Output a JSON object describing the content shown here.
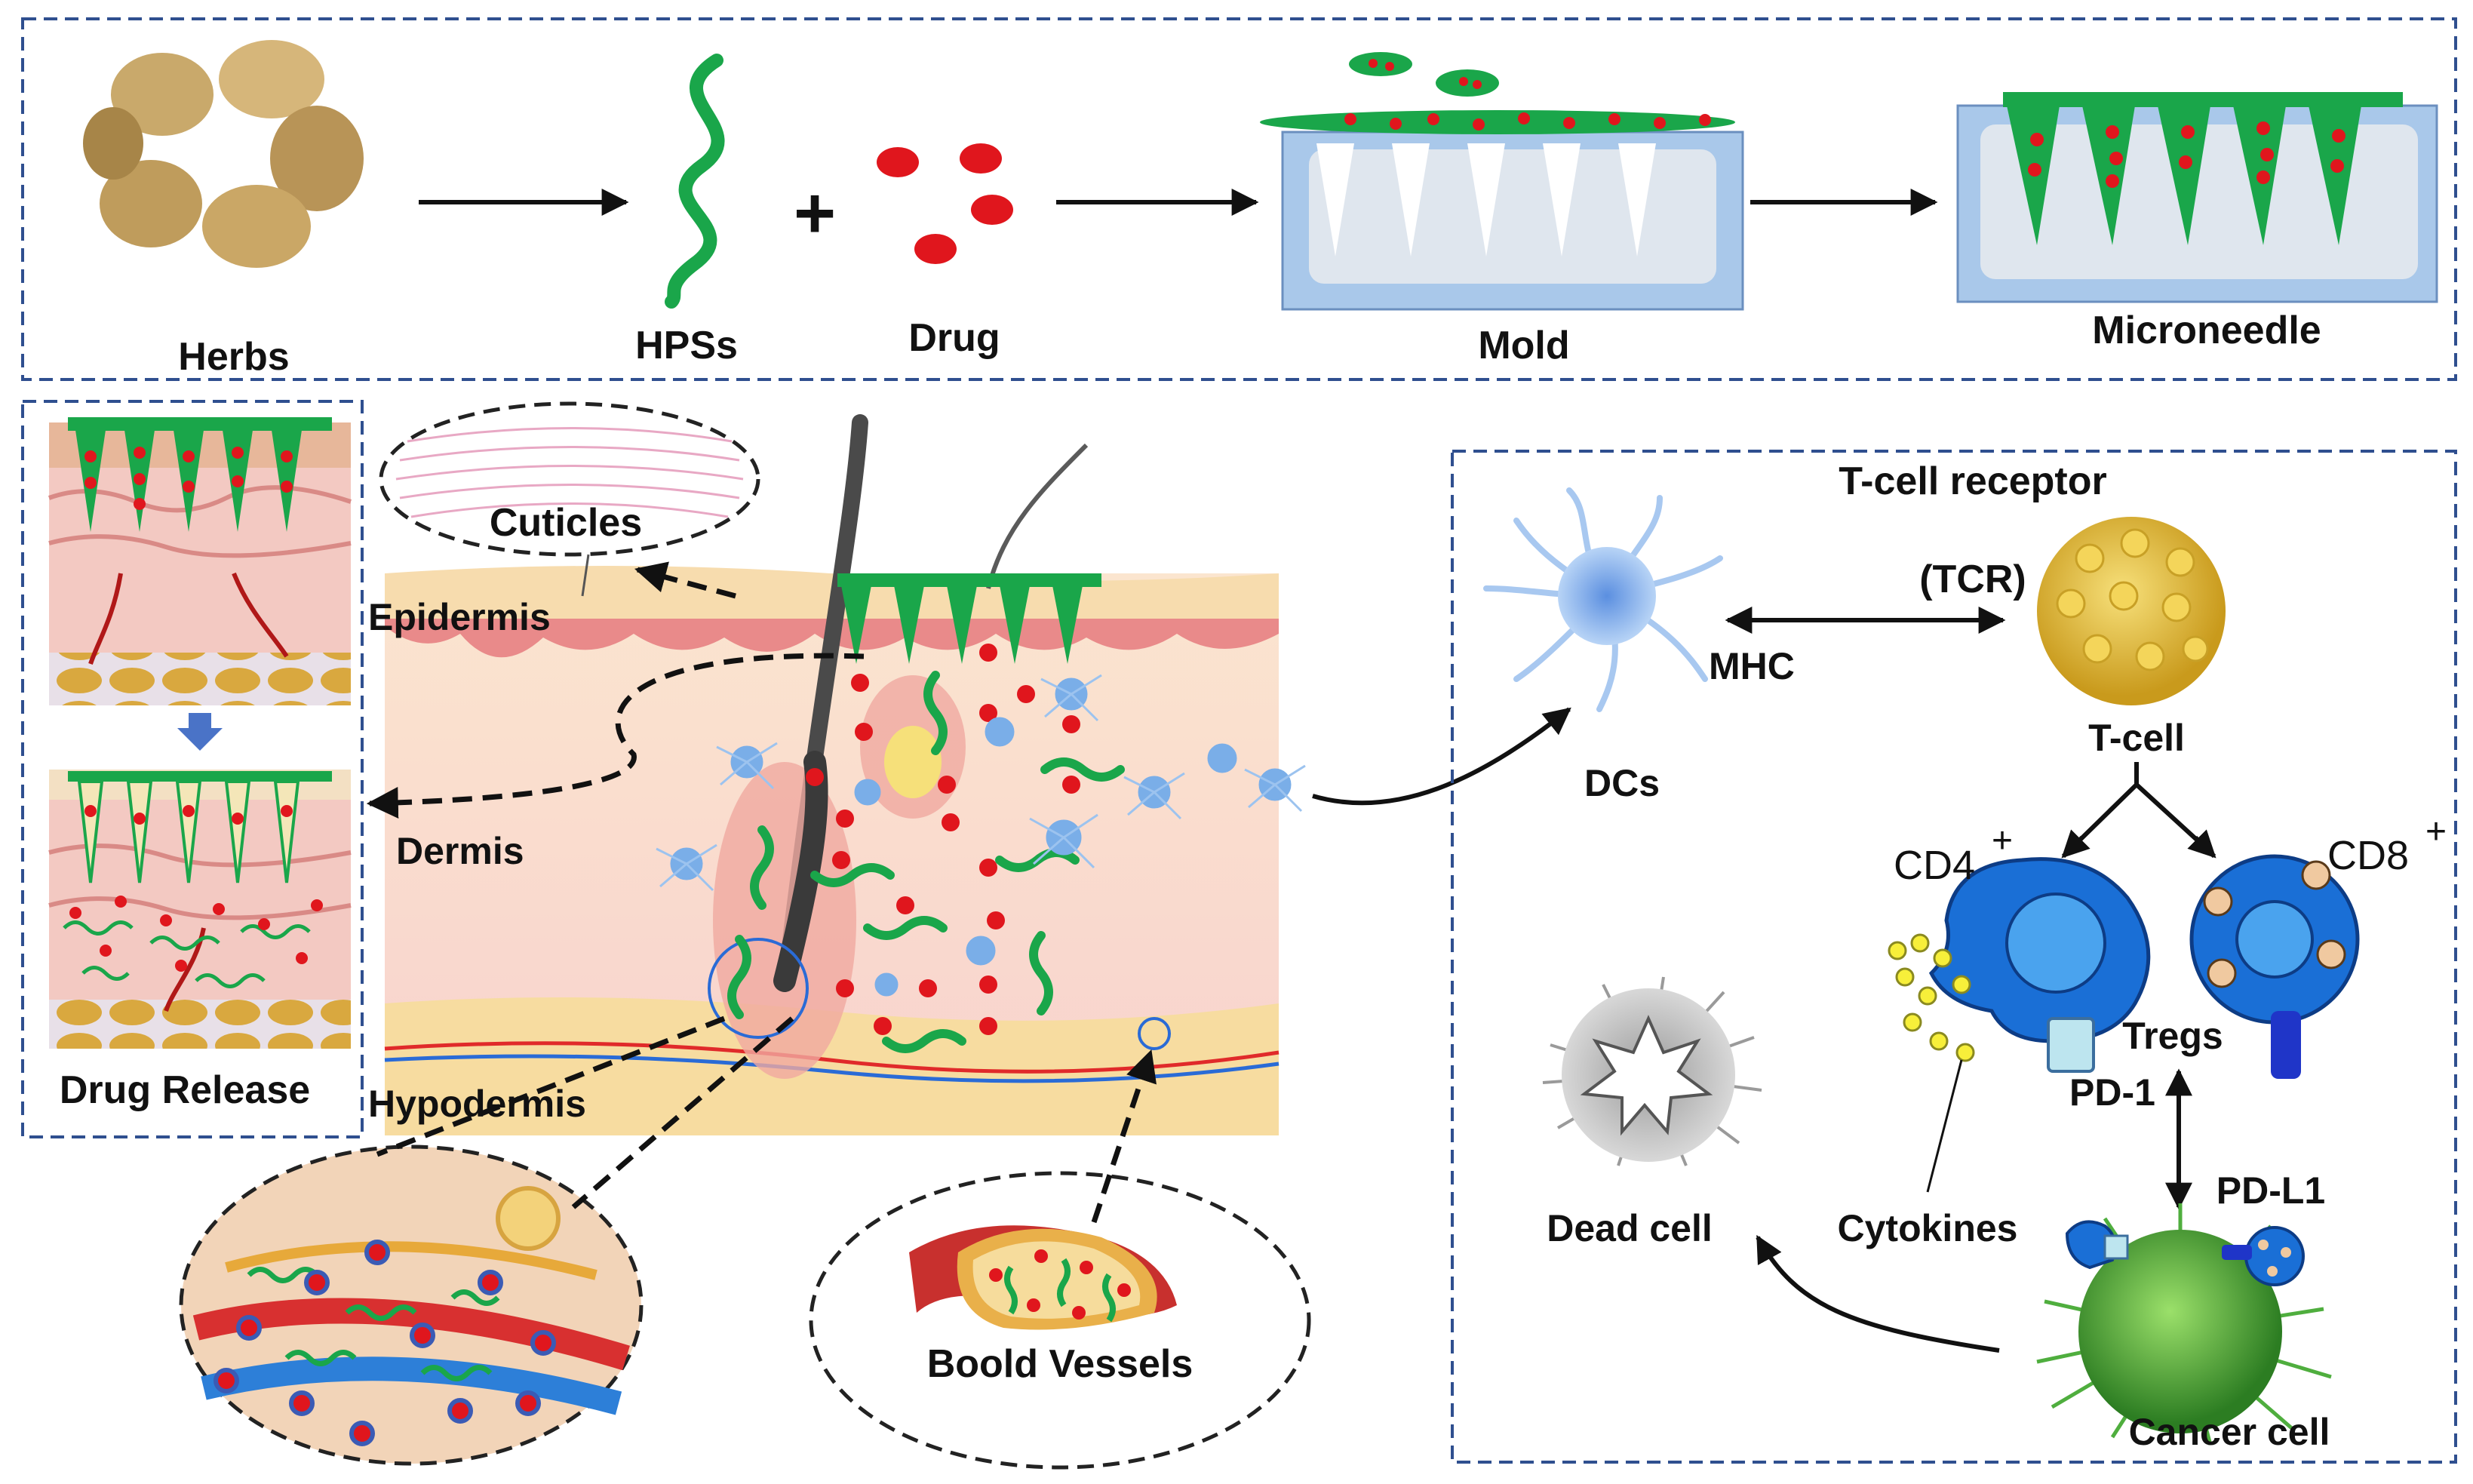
{
  "top": {
    "herbs": "Herbs",
    "hpss": "HPSs",
    "plus": "+",
    "drug": "Drug",
    "mold": "Mold",
    "microneedle": "Microneedle"
  },
  "left": {
    "drug_release": "Drug Release"
  },
  "skin": {
    "cuticles": "Cuticles",
    "epidermis": "Epidermis",
    "dermis": "Dermis",
    "hypodermis": "Hypodermis",
    "vessels": "Boold Vessels"
  },
  "immune": {
    "tcr_title": "T-cell receptor",
    "tcr_abbr": "(TCR)",
    "mhc": "MHC",
    "dcs": "DCs",
    "tcell": "T-cell",
    "cd4": "CD4",
    "cd8": "CD8",
    "sup": "+",
    "tregs": "Tregs",
    "pd1": "PD-1",
    "pdl1": "PD-L1",
    "cytokines": "Cytokines",
    "dead_cell": "Dead cell",
    "cancer_cell": "Cancer cell"
  },
  "colors": {
    "frame": "#2f4f8f",
    "needle_green": "#1aa64a",
    "drug_red": "#e0161d",
    "mold_blue": "#a9c8ea",
    "dc_blue": "#7aaee8",
    "tcell_yellow": "#e6c23a",
    "cell_blue": "#1a6fd6",
    "cancer_green": "#3fa62f",
    "skin_pink": "#f8d4d0",
    "epidermis_red": "#e98a8a",
    "hypodermis_yellow": "#f7dca0"
  },
  "icons": [
    "herbs-image",
    "polysaccharide-chain-icon",
    "drug-particle-icon",
    "mold-icon",
    "microneedle-patch-icon",
    "dendritic-cell-icon",
    "t-cell-icon",
    "cd4-cell-icon",
    "cd8-cell-icon",
    "dead-cell-icon",
    "cancer-cell-icon",
    "blood-vessel-icon",
    "arrow-icon"
  ]
}
